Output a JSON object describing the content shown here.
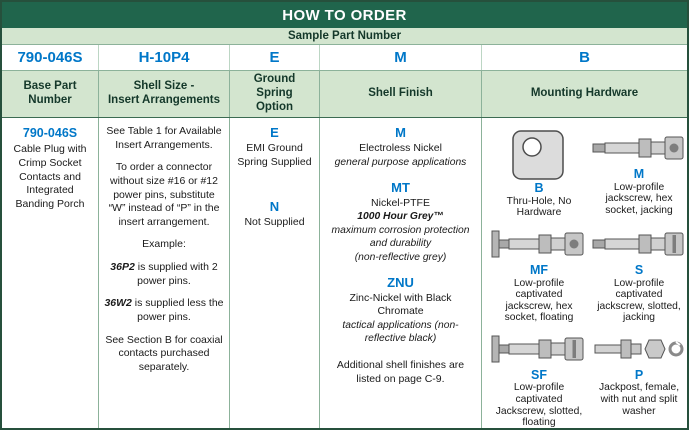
{
  "title": "HOW TO ORDER",
  "sample_label": "Sample Part Number",
  "codes": {
    "base": "790-046S",
    "shell": "H-10P4",
    "ground": "E",
    "finish": "M",
    "mount": "B"
  },
  "headers": {
    "base": "Base Part\nNumber",
    "shell": "Shell Size -\nInsert Arrangements",
    "ground": "Ground\nSpring\nOption",
    "finish": "Shell Finish",
    "mount": "Mounting Hardware"
  },
  "base_cell": {
    "code": "790-046S",
    "desc": "Cable Plug with Crimp Socket Contacts and Integrated Banding Porch"
  },
  "shell_cell": {
    "p1": "See Table 1 for Available Insert Arrangements.",
    "p2": "To order a connector without size #16 or #12 power pins, substitute “W” instead of “P” in the insert arrangement.",
    "p3": "Example:",
    "ex1_code": "36P2",
    "ex1_rest": " is supplied with 2 power pins.",
    "ex2_code": "36W2",
    "ex2_rest": " is supplied less the power pins.",
    "p6": "See Section B for coaxial contacts purchased separately."
  },
  "ground_cell": {
    "options": [
      {
        "code": "E",
        "desc": "EMI Ground Spring Supplied"
      },
      {
        "code": "N",
        "desc": "Not Supplied"
      }
    ]
  },
  "finish_cell": {
    "options": [
      {
        "code": "M",
        "name": "Electroless Nickel",
        "lines": [
          "general purpose applications"
        ]
      },
      {
        "code": "MT",
        "name": "Nickel-PTFE",
        "lines": [
          "1000 Hour Grey™",
          "maximum corrosion protection and durability",
          "(non-reflective grey)"
        ]
      },
      {
        "code": "ZNU",
        "name": "Zinc-Nickel with Black Chromate",
        "lines": [
          "tactical applications (non-reflective black)"
        ]
      }
    ],
    "note": "Additional shell finishes are listed on page C-9."
  },
  "mount_cell": {
    "items": [
      {
        "code": "B",
        "desc": "Thru-Hole, No Hardware"
      },
      {
        "code": "M",
        "desc": "Low-profile jackscrew, hex socket, jacking"
      },
      {
        "code": "MF",
        "desc": "Low-profile captivated jackscrew, hex socket, floating"
      },
      {
        "code": "S",
        "desc": "Low-profile captivated jackscrew, slotted, jacking"
      },
      {
        "code": "SF",
        "desc": "Low-profile captivated Jackscrew, slotted, floating"
      },
      {
        "code": "P",
        "desc": "Jackpost, female, with nut and split washer"
      }
    ]
  },
  "colors": {
    "header_bg": "#20654c",
    "band_bg": "#d3e5cf",
    "accent_blue": "#0077c8",
    "border": "#26503c"
  }
}
